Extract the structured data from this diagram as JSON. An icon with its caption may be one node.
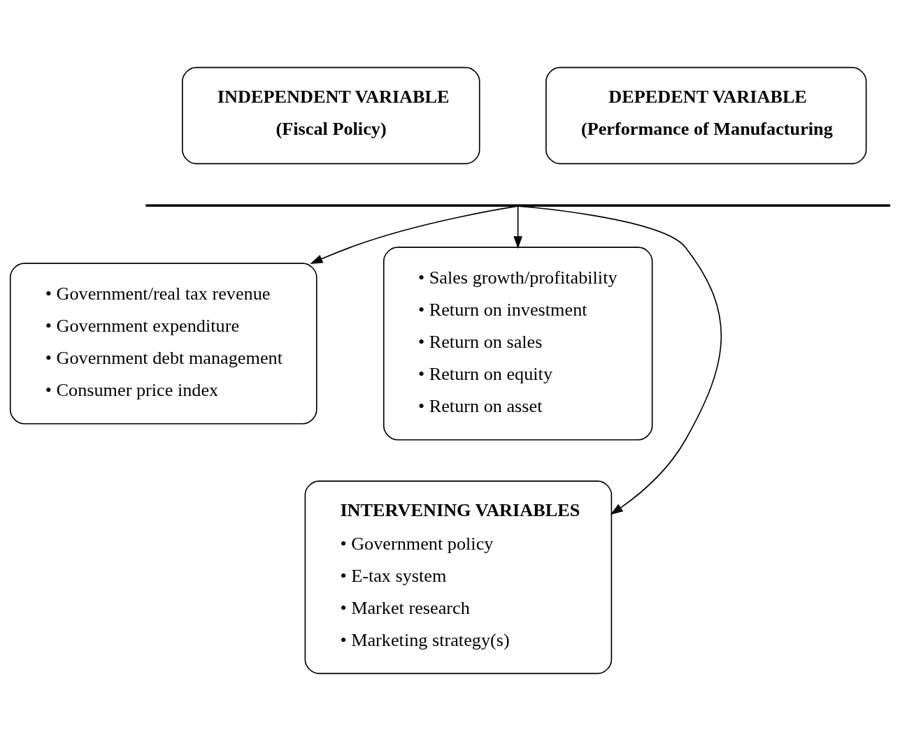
{
  "diagram": {
    "nodes": [
      {
        "text": [
          "INDEPENDENT VARIABLE",
          "(Fiscal Policy)"
        ]
      },
      {
        "text": [
          "DEPEDENT VARIABLE",
          "(Performance of Manufacturing"
        ]
      },
      {
        "text": [],
        "shape": "bar"
      },
      {
        "text": [
          "• Government/real tax revenue",
          "• Government expenditure",
          "• Government debt management",
          "• Consumer price index"
        ]
      },
      {
        "text": [
          "• Sales growth/profitability",
          "• Return on investment",
          "• Return on sales",
          "• Return on equity",
          "• Return on asset"
        ]
      },
      {
        "text": [
          "INTERVENING VARIABLES",
          "• Government policy",
          "• E-tax system",
          "• Market research",
          "• Marketing strategy(s)"
        ]
      }
    ],
    "edges": [
      {
        "from": 2,
        "to": 3,
        "arrow": "to"
      },
      {
        "from": 2,
        "to": 5,
        "arrow": "to"
      },
      {
        "from": 2,
        "to": 4,
        "arrow": "to"
      }
    ]
  }
}
